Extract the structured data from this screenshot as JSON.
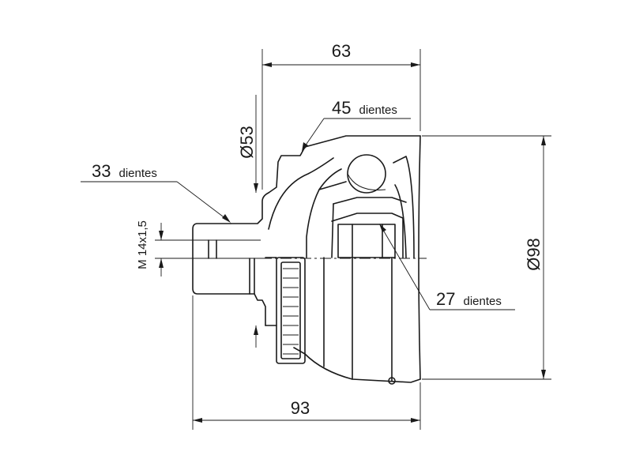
{
  "dimensions": {
    "length_top": "63",
    "length_bottom": "93",
    "diameter_outer": "Ø98",
    "diameter_inner": "Ø53",
    "thread": "M 14x1,5"
  },
  "callouts": {
    "teeth_45_num": "45",
    "teeth_45_word": "dientes",
    "teeth_33_num": "33",
    "teeth_33_word": "dientes",
    "teeth_27_num": "27",
    "teeth_27_word": "dientes"
  },
  "colors": {
    "line": "#1a1a1a",
    "background": "#ffffff"
  }
}
